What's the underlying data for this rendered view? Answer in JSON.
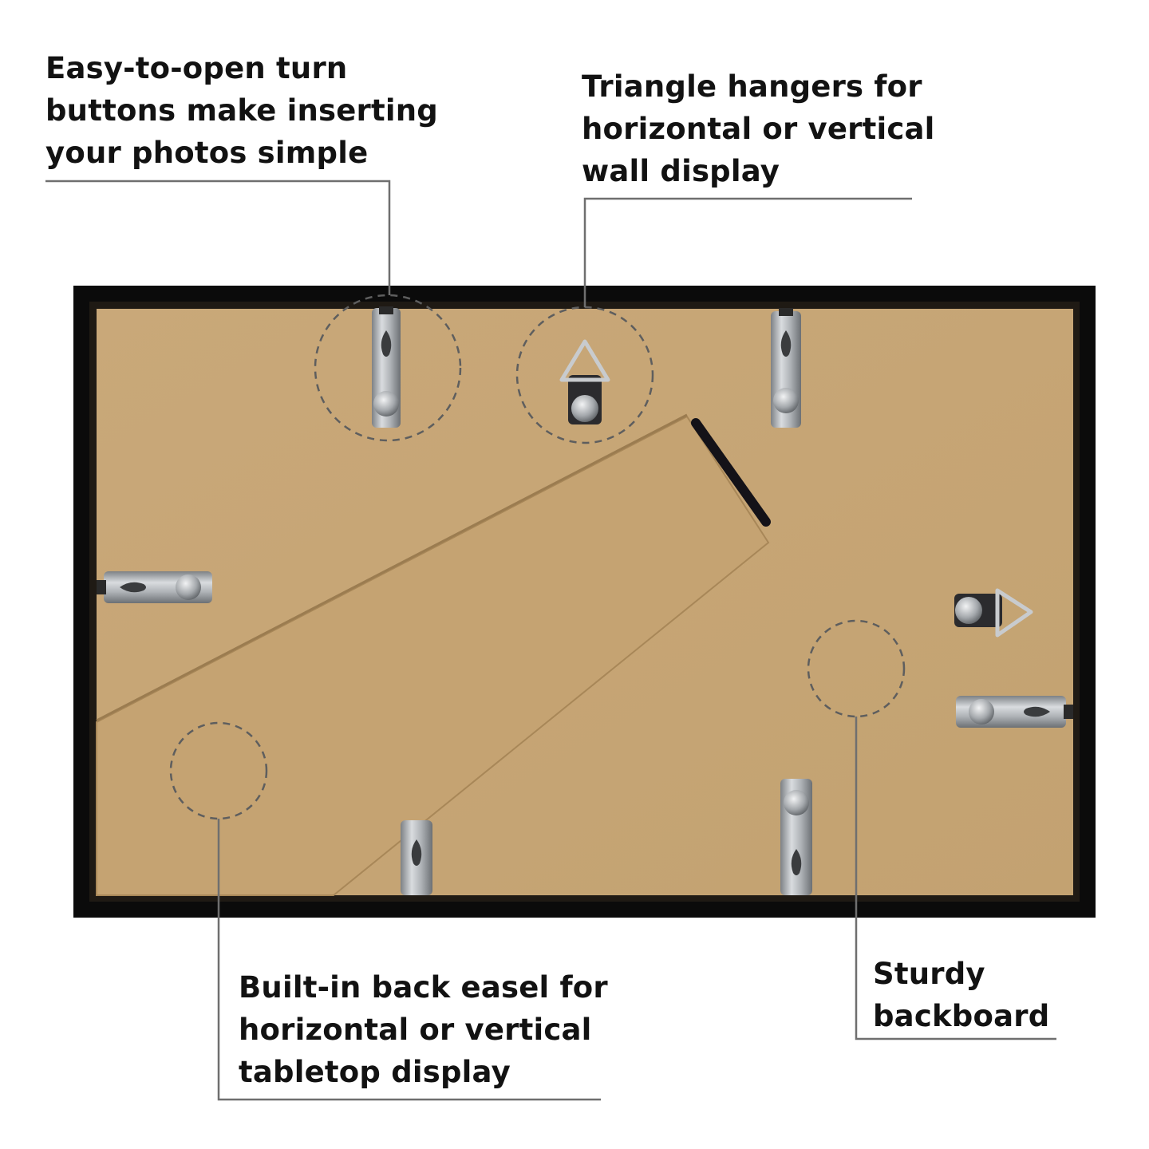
{
  "callouts": {
    "turn_buttons": {
      "lines": [
        "Easy-to-open turn",
        "buttons make inserting",
        "your photos simple"
      ]
    },
    "triangle_hangers": {
      "lines": [
        "Triangle hangers for",
        "horizontal or vertical",
        "wall display"
      ]
    },
    "back_easel": {
      "lines": [
        "Built-in back easel for",
        "horizontal or vertical",
        "tabletop display"
      ]
    },
    "backboard": {
      "lines": [
        "Sturdy",
        "backboard"
      ]
    }
  },
  "colors": {
    "text": "#121212",
    "frame": "#0b0b0b",
    "backboard": "#c8a878",
    "easel": "#c6a473",
    "metal": "#b9bcbf",
    "leader_line": "#6f6f6f"
  }
}
